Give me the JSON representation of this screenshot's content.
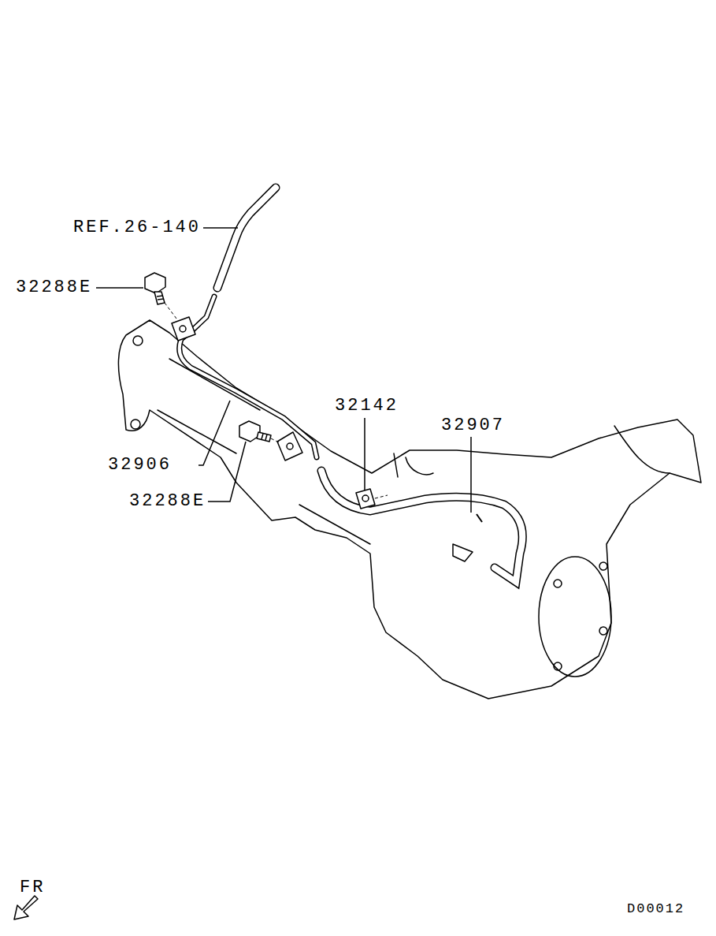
{
  "diagram": {
    "labels": [
      "REF.26-140",
      "32288E",
      "32906",
      "32288E",
      "32142",
      "32907",
      "FR",
      "D00012"
    ]
  }
}
